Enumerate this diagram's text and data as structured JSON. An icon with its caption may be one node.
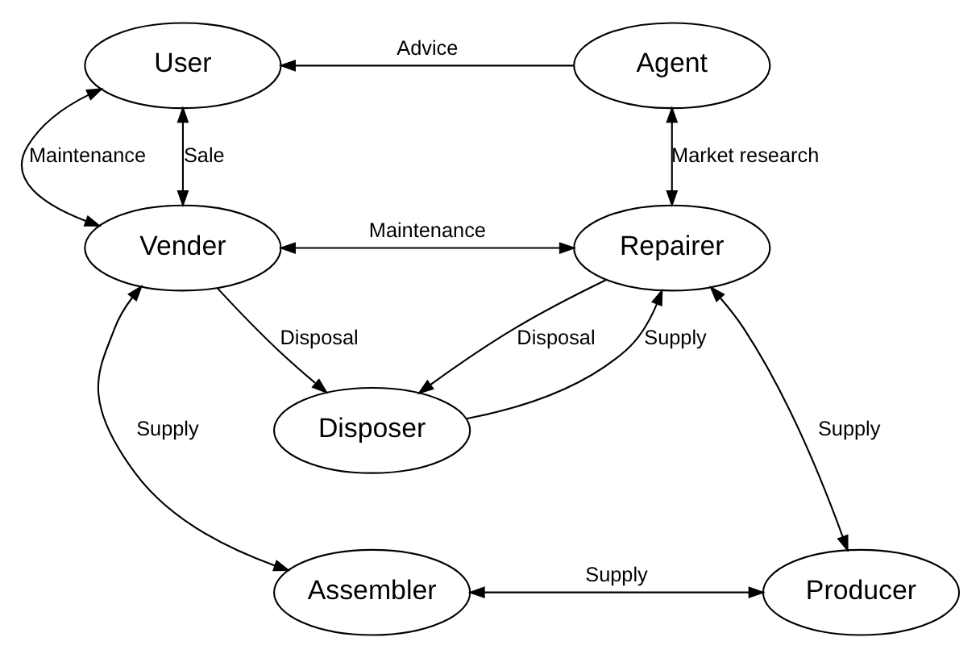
{
  "diagram": {
    "nodes": [
      {
        "text": [
          "User"
        ]
      },
      {
        "text": [
          "Agent"
        ]
      },
      {
        "text": [
          "Vender"
        ]
      },
      {
        "text": [
          "Repairer"
        ]
      },
      {
        "text": [
          "Disposer"
        ]
      },
      {
        "text": [
          "Assembler"
        ]
      },
      {
        "text": [
          "Producer"
        ]
      }
    ],
    "edges": [
      {
        "from": 1,
        "to": 0,
        "arrow": "to",
        "label": "Advice"
      },
      {
        "from": 0,
        "to": 2,
        "arrow": "both",
        "label": "Sale"
      },
      {
        "from": 0,
        "to": 2,
        "arrow": "both",
        "label": "Maintenance"
      },
      {
        "from": 1,
        "to": 3,
        "arrow": "both",
        "label": "Market research"
      },
      {
        "from": 2,
        "to": 3,
        "arrow": "both",
        "label": "Maintenance"
      },
      {
        "from": 2,
        "to": 4,
        "arrow": "to",
        "label": "Disposal"
      },
      {
        "from": 3,
        "to": 4,
        "arrow": "to",
        "label": "Disposal"
      },
      {
        "from": 4,
        "to": 3,
        "arrow": "to",
        "label": "Supply"
      },
      {
        "from": 2,
        "to": 5,
        "arrow": "both",
        "label": "Supply"
      },
      {
        "from": 3,
        "to": 6,
        "arrow": "both",
        "label": "Supply"
      },
      {
        "from": 5,
        "to": 6,
        "arrow": "both",
        "label": "Supply"
      }
    ]
  }
}
